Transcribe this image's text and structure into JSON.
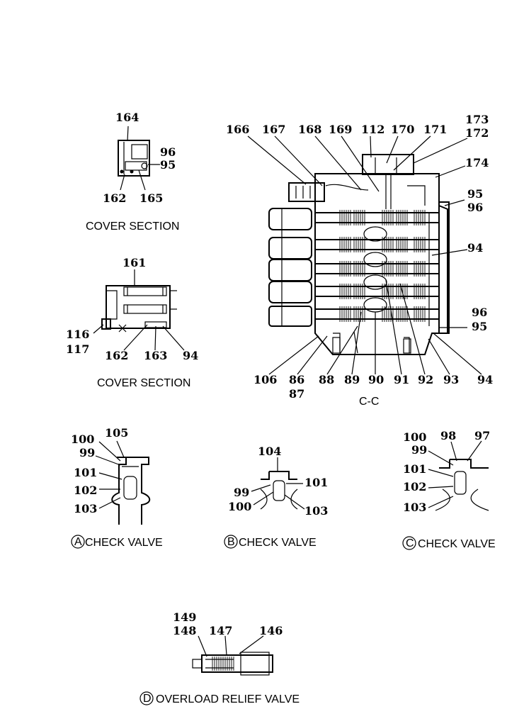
{
  "captions": {
    "cover_section_1": "COVER SECTION",
    "cover_section_2": "COVER SECTION",
    "cc": "C-C",
    "check_valve_a_letter": "A",
    "check_valve_a": "CHECK VALVE",
    "check_valve_b_letter": "B",
    "check_valve_b": "CHECK VALVE",
    "check_valve_c_letter": "C",
    "check_valve_c": "CHECK VALVE",
    "overload_letter": "D",
    "overload": "OVERLOAD RELIEF VALVE"
  },
  "cover1": {
    "n164": "164",
    "n96": "96",
    "n95": "95",
    "n162": "162",
    "n165": "165"
  },
  "cover2": {
    "n161": "161",
    "n116": "116",
    "n117": "117",
    "n162": "162",
    "n163": "163",
    "n94": "94"
  },
  "main": {
    "n166": "166",
    "n167": "167",
    "n168": "168",
    "n169": "169",
    "n112": "112",
    "n170": "170",
    "n171": "171",
    "n173": "173",
    "n172": "172",
    "n174": "174",
    "n95a": "95",
    "n96a": "96",
    "n94a": "94",
    "n96b": "96",
    "n95b": "95",
    "n106": "106",
    "n86": "86",
    "n87": "87",
    "n88": "88",
    "n89": "89",
    "n90": "90",
    "n91": "91",
    "n92": "92",
    "n93": "93",
    "n94b": "94"
  },
  "cva": {
    "n100": "100",
    "n105": "105",
    "n99": "99",
    "n101": "101",
    "n102": "102",
    "n103": "103"
  },
  "cvb": {
    "n104": "104",
    "n99": "99",
    "n101": "101",
    "n100": "100",
    "n103": "103"
  },
  "cvc": {
    "n100": "100",
    "n98": "98",
    "n97": "97",
    "n99": "99",
    "n101": "101",
    "n102": "102",
    "n103": "103"
  },
  "orv": {
    "n149": "149",
    "n148": "148",
    "n147": "147",
    "n146": "146"
  }
}
